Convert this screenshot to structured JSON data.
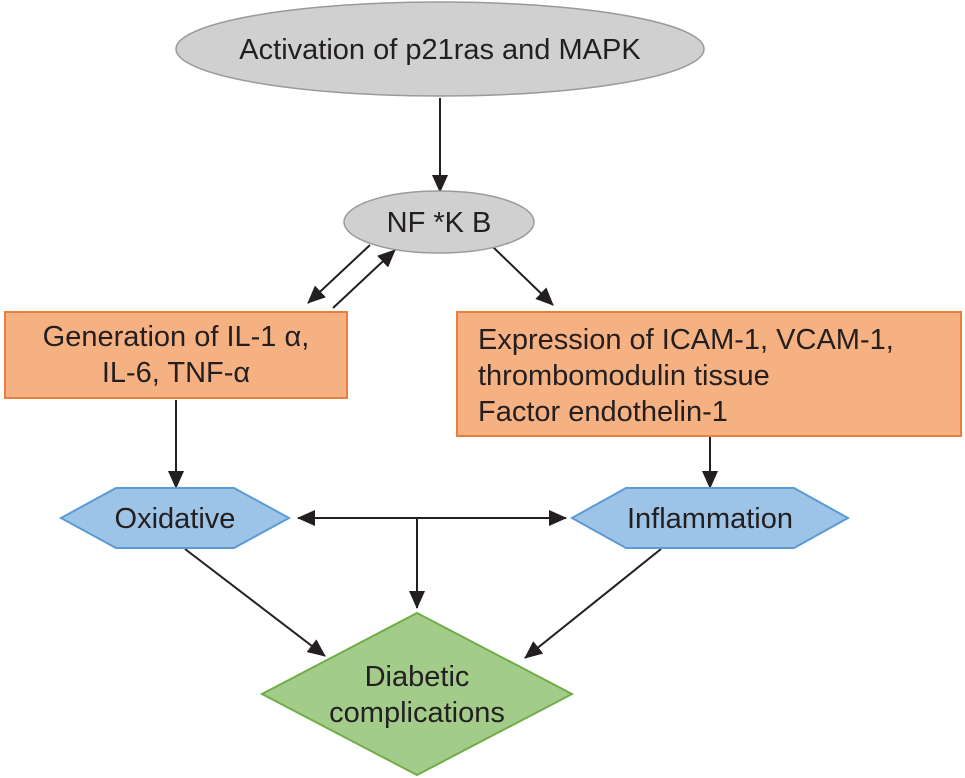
{
  "nodes": {
    "activation": {
      "label": "Activation of p21ras and MAPK"
    },
    "nfkb": {
      "label": "NF *K B"
    },
    "generation": {
      "lines": [
        "Generation of IL-1 α,",
        "IL-6, TNF-α"
      ]
    },
    "expression": {
      "lines": [
        "Expression of ICAM-1, VCAM-1,",
        "thrombomodulin tissue",
        "Factor endothelin-1"
      ]
    },
    "oxidative": {
      "label": "Oxidative"
    },
    "inflammation": {
      "label": "Inflammation"
    },
    "diabetic": {
      "lines": [
        "Diabetic",
        "complications"
      ]
    }
  },
  "colors": {
    "ellipse_fill": "#d0d0d0",
    "ellipse_stroke": "#9a9a9a",
    "orange_fill": "#f6b183",
    "orange_stroke": "#e87f3e",
    "blue_fill": "#9dc3e6",
    "blue_stroke": "#5b9bd5",
    "green_fill": "#a3cc8b",
    "green_stroke": "#70ad47",
    "arrow": "#231f20",
    "text": "#231f20"
  }
}
